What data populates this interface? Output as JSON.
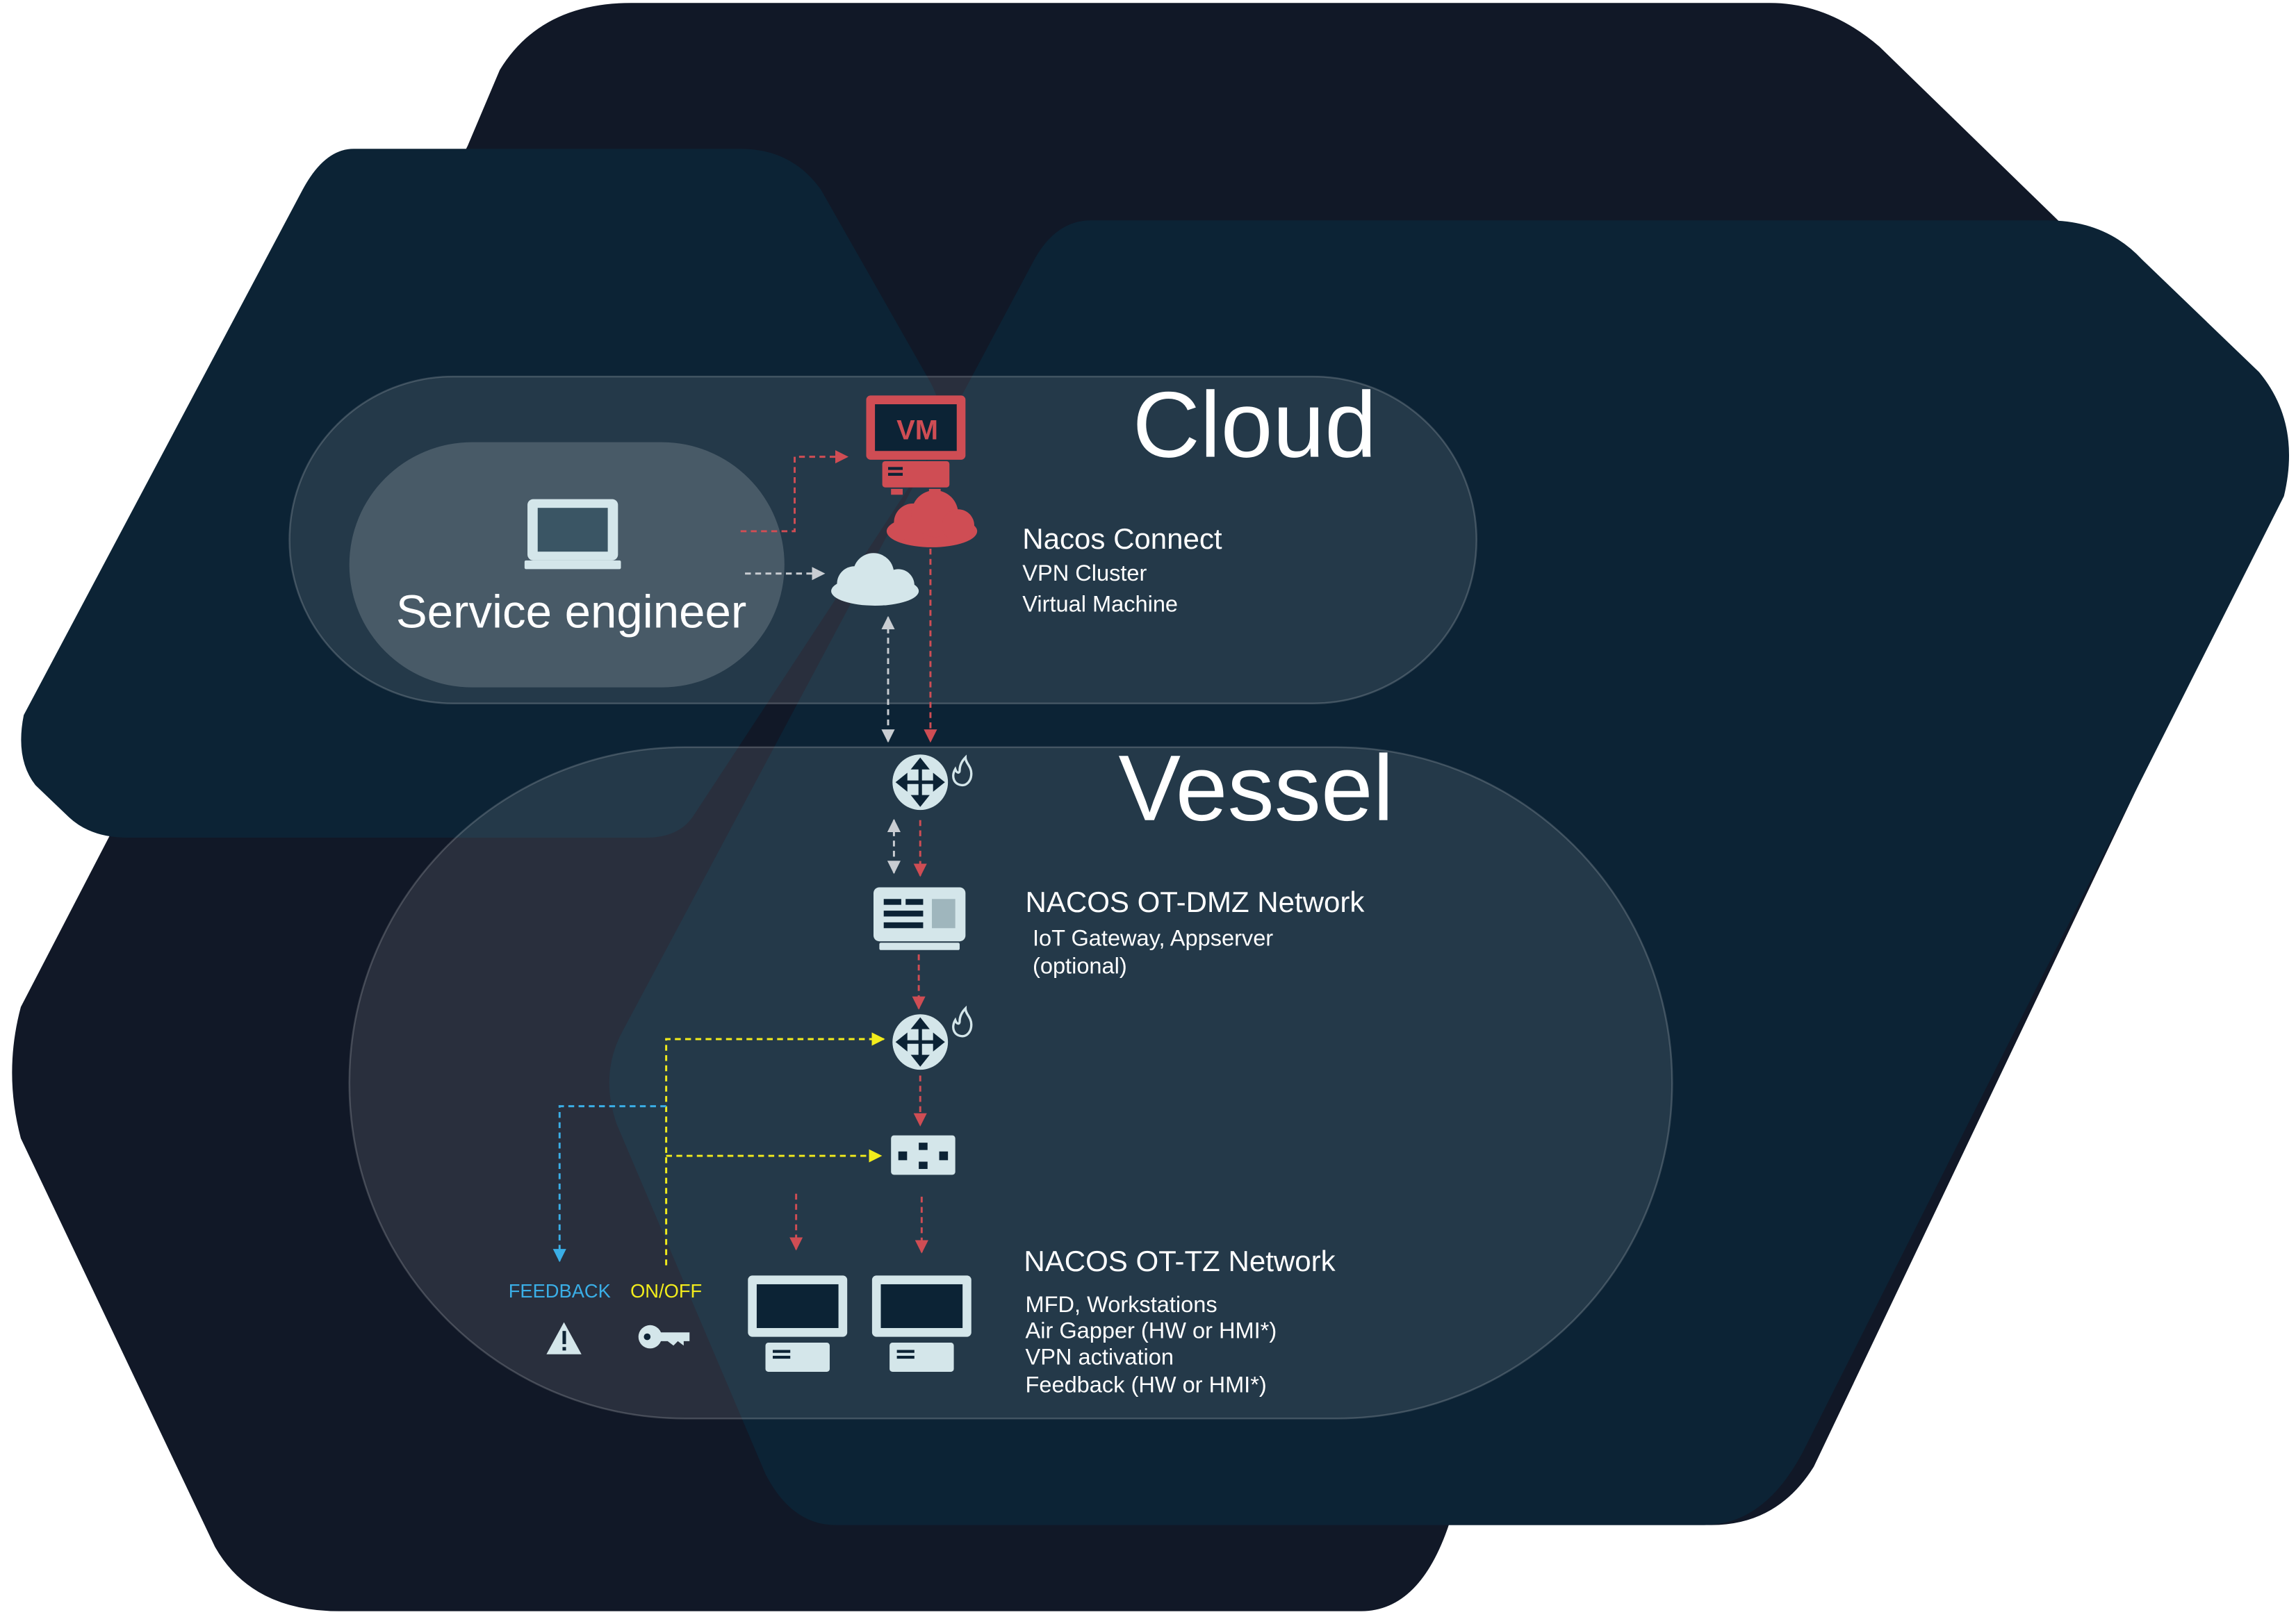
{
  "colors": {
    "background": "#ffffff",
    "hex_dark": "#111827",
    "hex_mid": "#0c2335",
    "pill": "#ffffff",
    "icon_light": "#d4e6ea",
    "accent_red": "#cf4d54",
    "arrow_grey": "#c9cdd2",
    "feedback_blue": "#3aaee6",
    "onoff_yellow": "#f2ec1c"
  },
  "cloud_zone": {
    "title": "Cloud",
    "service_engineer": {
      "label": "Service engineer",
      "icon": "laptop-icon"
    },
    "vm": {
      "badge": "VM",
      "icon": "vm-server-icon"
    },
    "nacos_connect": {
      "heading": "Nacos Connect",
      "lines": [
        "VPN Cluster",
        "Virtual Machine"
      ]
    },
    "icons": [
      "cloud-red-icon",
      "cloud-light-icon"
    ]
  },
  "vessel_zone": {
    "title": "Vessel",
    "ot_dmz": {
      "heading": "NACOS OT-DMZ Network",
      "lines": [
        "IoT Gateway, Appserver",
        "(optional)"
      ]
    },
    "ot_tz": {
      "heading": "NACOS OT-TZ Network",
      "lines": [
        "MFD, Workstations",
        "Air Gapper (HW or HMI*)",
        "VPN activation",
        "Feedback (HW or HMI*)"
      ]
    },
    "feedback": {
      "label": "FEEDBACK",
      "icon": "warning-icon"
    },
    "onoff": {
      "label": "ON/OFF",
      "icon": "key-icon"
    },
    "icons": [
      "router-firewall-icon",
      "gateway-server-icon",
      "router-firewall-icon",
      "air-gapper-switch-icon",
      "workstation-icon",
      "workstation-icon"
    ]
  }
}
